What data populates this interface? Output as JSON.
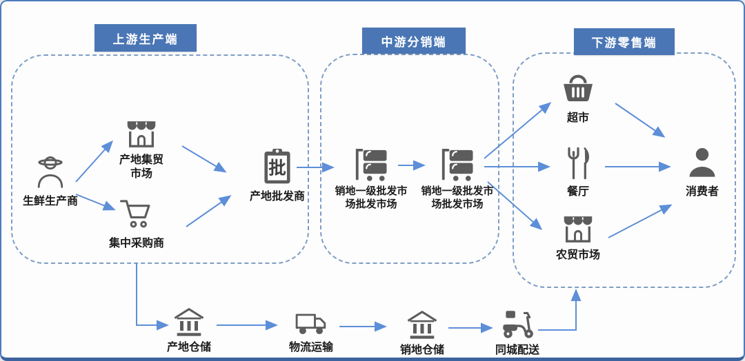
{
  "headers": {
    "upstream": "上游生产端",
    "midstream": "中游分销端",
    "downstream": "下游零售端"
  },
  "nodes": {
    "producer": "生鲜生产商",
    "origin_trade_market": "产地集贸市场",
    "central_buyer": "集中采购商",
    "origin_wholesaler": "产地批发商",
    "dest_primary_wholesale_market_1": "销地一级批发市场批发市场",
    "dest_primary_wholesale_market_2": "销地一级批发市场批发市场",
    "supermarket": "超市",
    "restaurant": "餐厅",
    "farmers_market": "农贸市场",
    "consumer": "消费者",
    "origin_warehouse": "产地仓储",
    "logistics_transport": "物流运输",
    "dest_warehouse": "销地仓储",
    "city_delivery": "同城配送"
  },
  "glyphs": {
    "clipboard_char": "批"
  },
  "icons": {
    "producer": "farmer-icon",
    "origin_trade_market": "storefront-icon",
    "central_buyer": "shopping-cart-icon",
    "origin_wholesaler": "clipboard-icon",
    "dest_primary_wholesale_market_1": "drawer-cart-icon",
    "dest_primary_wholesale_market_2": "drawer-cart-icon",
    "supermarket": "basket-icon",
    "restaurant": "fork-knife-icon",
    "farmers_market": "storefront-icon",
    "consumer": "person-icon",
    "origin_warehouse": "warehouse-icon",
    "logistics_transport": "truck-icon",
    "dest_warehouse": "warehouse-icon",
    "city_delivery": "scooter-icon"
  },
  "colors": {
    "header_bg": "#4a76b5",
    "dashed_border": "#7e9dc4",
    "arrow": "#5d8ed8",
    "icon": "#5c5c5c",
    "label": "#1b1b1b",
    "frame_border": "#4c7bbd",
    "frame_bottom": "#3d639e"
  }
}
